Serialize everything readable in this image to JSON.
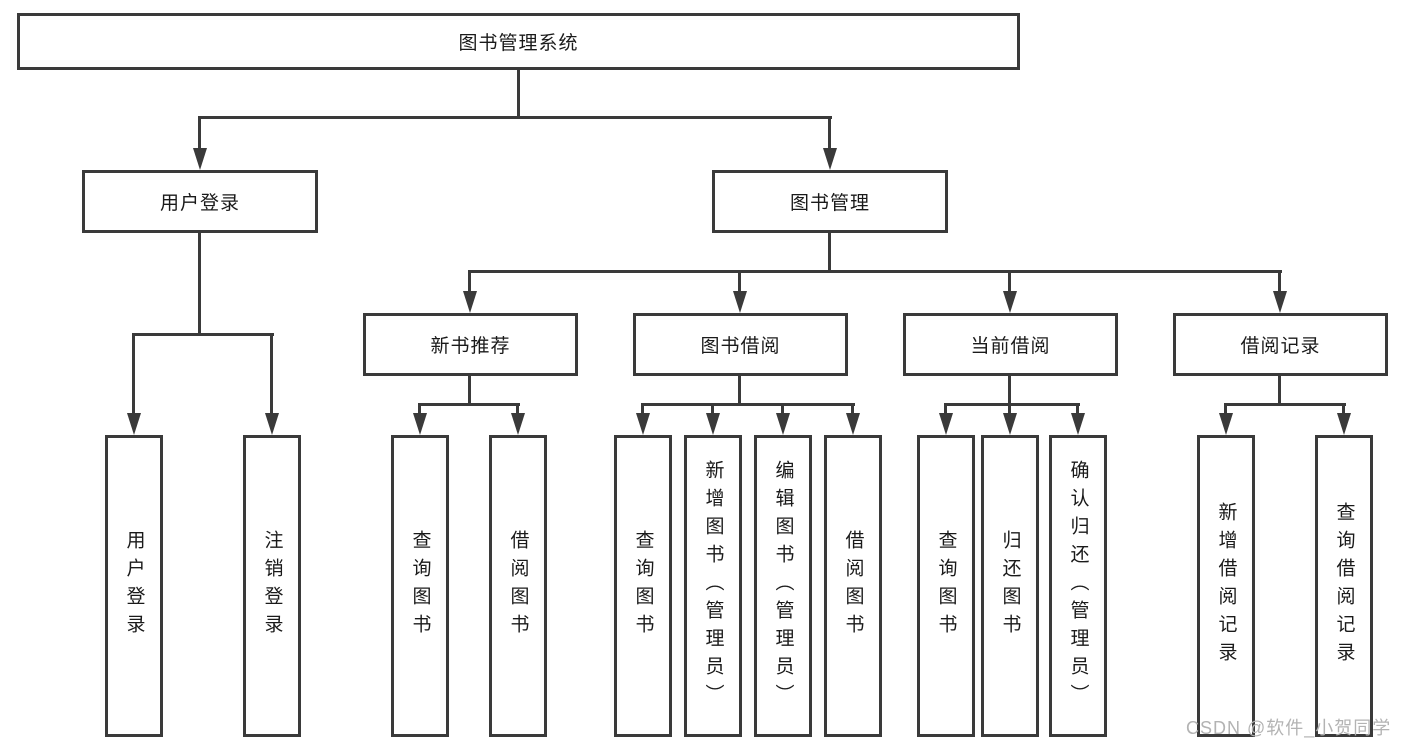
{
  "diagram": {
    "type": "hierarchy-tree",
    "colors": {
      "line": "#3a3a3a",
      "box_border": "#3a3a3a",
      "text": "#1a1a1a",
      "background": "#ffffff",
      "watermark": "#b3b3b3"
    }
  },
  "tree": {
    "root": {
      "label": "图书管理系统"
    },
    "children": [
      {
        "label": "用户登录",
        "children": [
          {
            "label": "用户登录"
          },
          {
            "label": "注销登录"
          }
        ]
      },
      {
        "label": "图书管理",
        "children": [
          {
            "label": "新书推荐",
            "children": [
              {
                "label": "查询图书"
              },
              {
                "label": "借阅图书"
              }
            ]
          },
          {
            "label": "图书借阅",
            "children": [
              {
                "label": "查询图书"
              },
              {
                "label": "新增图书（管理员）"
              },
              {
                "label": "编辑图书（管理员）"
              },
              {
                "label": "借阅图书"
              }
            ]
          },
          {
            "label": "当前借阅",
            "children": [
              {
                "label": "查询图书"
              },
              {
                "label": "归还图书"
              },
              {
                "label": "确认归还（管理员）"
              }
            ]
          },
          {
            "label": "借阅记录",
            "children": [
              {
                "label": "新增借阅记录"
              },
              {
                "label": "查询借阅记录"
              }
            ]
          }
        ]
      }
    ]
  },
  "watermark": {
    "text": "CSDN @软件_小贺同学"
  }
}
